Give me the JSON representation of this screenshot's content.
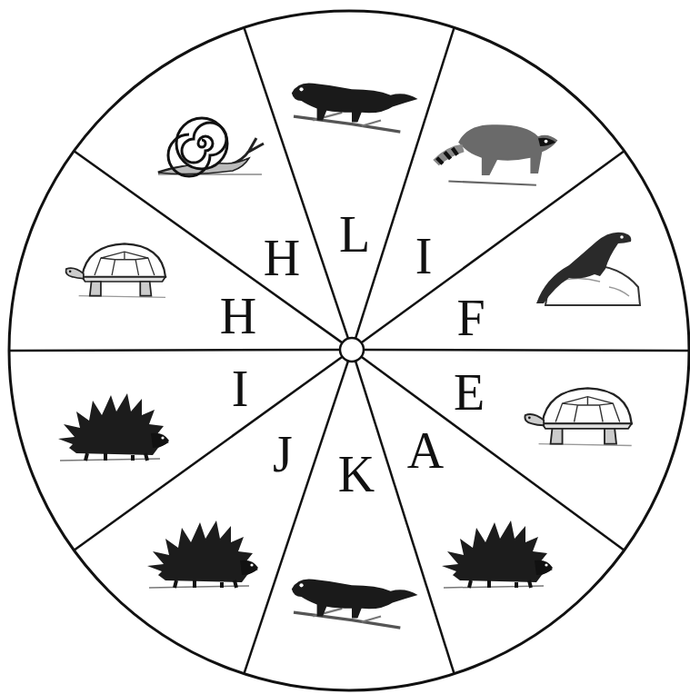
{
  "diagram": {
    "labels": [
      "L",
      "I",
      "F",
      "E",
      "A",
      "K",
      "J",
      "I",
      "H",
      "H"
    ]
  }
}
